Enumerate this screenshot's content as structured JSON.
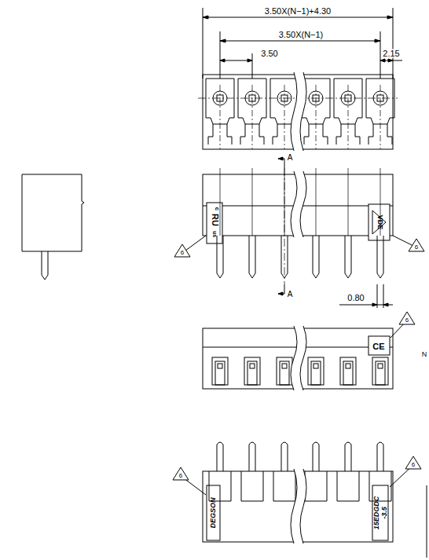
{
  "diagram": {
    "labels": [
      "3.50X(N−1)+4.30",
      "3.50X(N−1)",
      "3.50",
      "2.15",
      "A",
      "A",
      "0.80",
      "c",
      "RU",
      "us",
      "VDE",
      "CE",
      "DEGSON",
      "15EDGDC",
      "-3.5",
      "6",
      "6",
      "6",
      "6",
      "6",
      "N"
    ]
  }
}
